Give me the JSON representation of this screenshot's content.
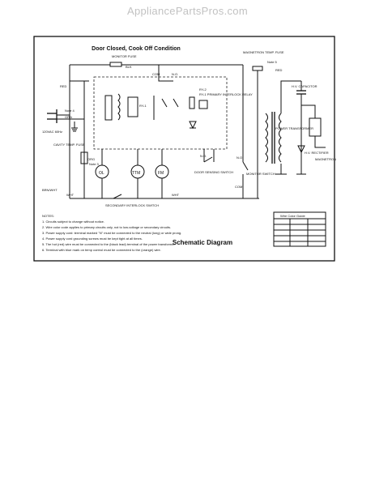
{
  "watermark": "AppliancePartsPros.com",
  "diagram": {
    "condition": "Door Closed, Cook Off Condition",
    "caption": "Schematic Diagram",
    "labels": {
      "monitor_fuse": "MONITOR FUSE",
      "blk": "BLK",
      "red": "RED",
      "grn": "GRN",
      "note4": "Note 4",
      "volts": "120VAC 60Hz",
      "cavity_temp_fuse": "CAVITY TEMP. FUSE",
      "com": "COM.",
      "no": "N.O.",
      "primary_relay": "RY-1 PRIMARY INTERLOCK RELAY",
      "magnetron_temp_fuse": "MAGNETRON TEMP. FUSE",
      "note5": "Note 5",
      "capacitor": "H.V. CAPACITOR",
      "hv_rectifier": "H.V. RECTIFIER",
      "power_transformer": "POWER TRANSFORMER",
      "magnetron": "MAGNETRON",
      "door_sensing_switch": "DOOR SENSING SWITCH",
      "monitor_switch": "MONITOR SWITCH",
      "secondary_switch": "SECONDARY INTERLOCK SWITCH",
      "ol": "OL",
      "trm": "TTM",
      "fm": "FM",
      "wht": "WHT",
      "brown": "BRN/WHT",
      "org": "ORG",
      "note3": "Note 3",
      "wire_color_guide": "Wire Color Guide"
    },
    "notes": [
      "NOTES:",
      "1. Circuits subject to change without notice.",
      "2. Wire color code applies to primary circuits only, not to low-voltage or secondary circuits.",
      "3. Power supply cord: terminal marked \"N\" must be connected to the neutral (long) or wide prong.",
      "4. Power supply cord grounding screws must be kept tight at all times.",
      "5. The hot (red) wire must be connected to the (black lead) terminal of the power transformer.",
      "6. Terminal with blue mark on temp control must be connected to the (orange) wire."
    ]
  }
}
